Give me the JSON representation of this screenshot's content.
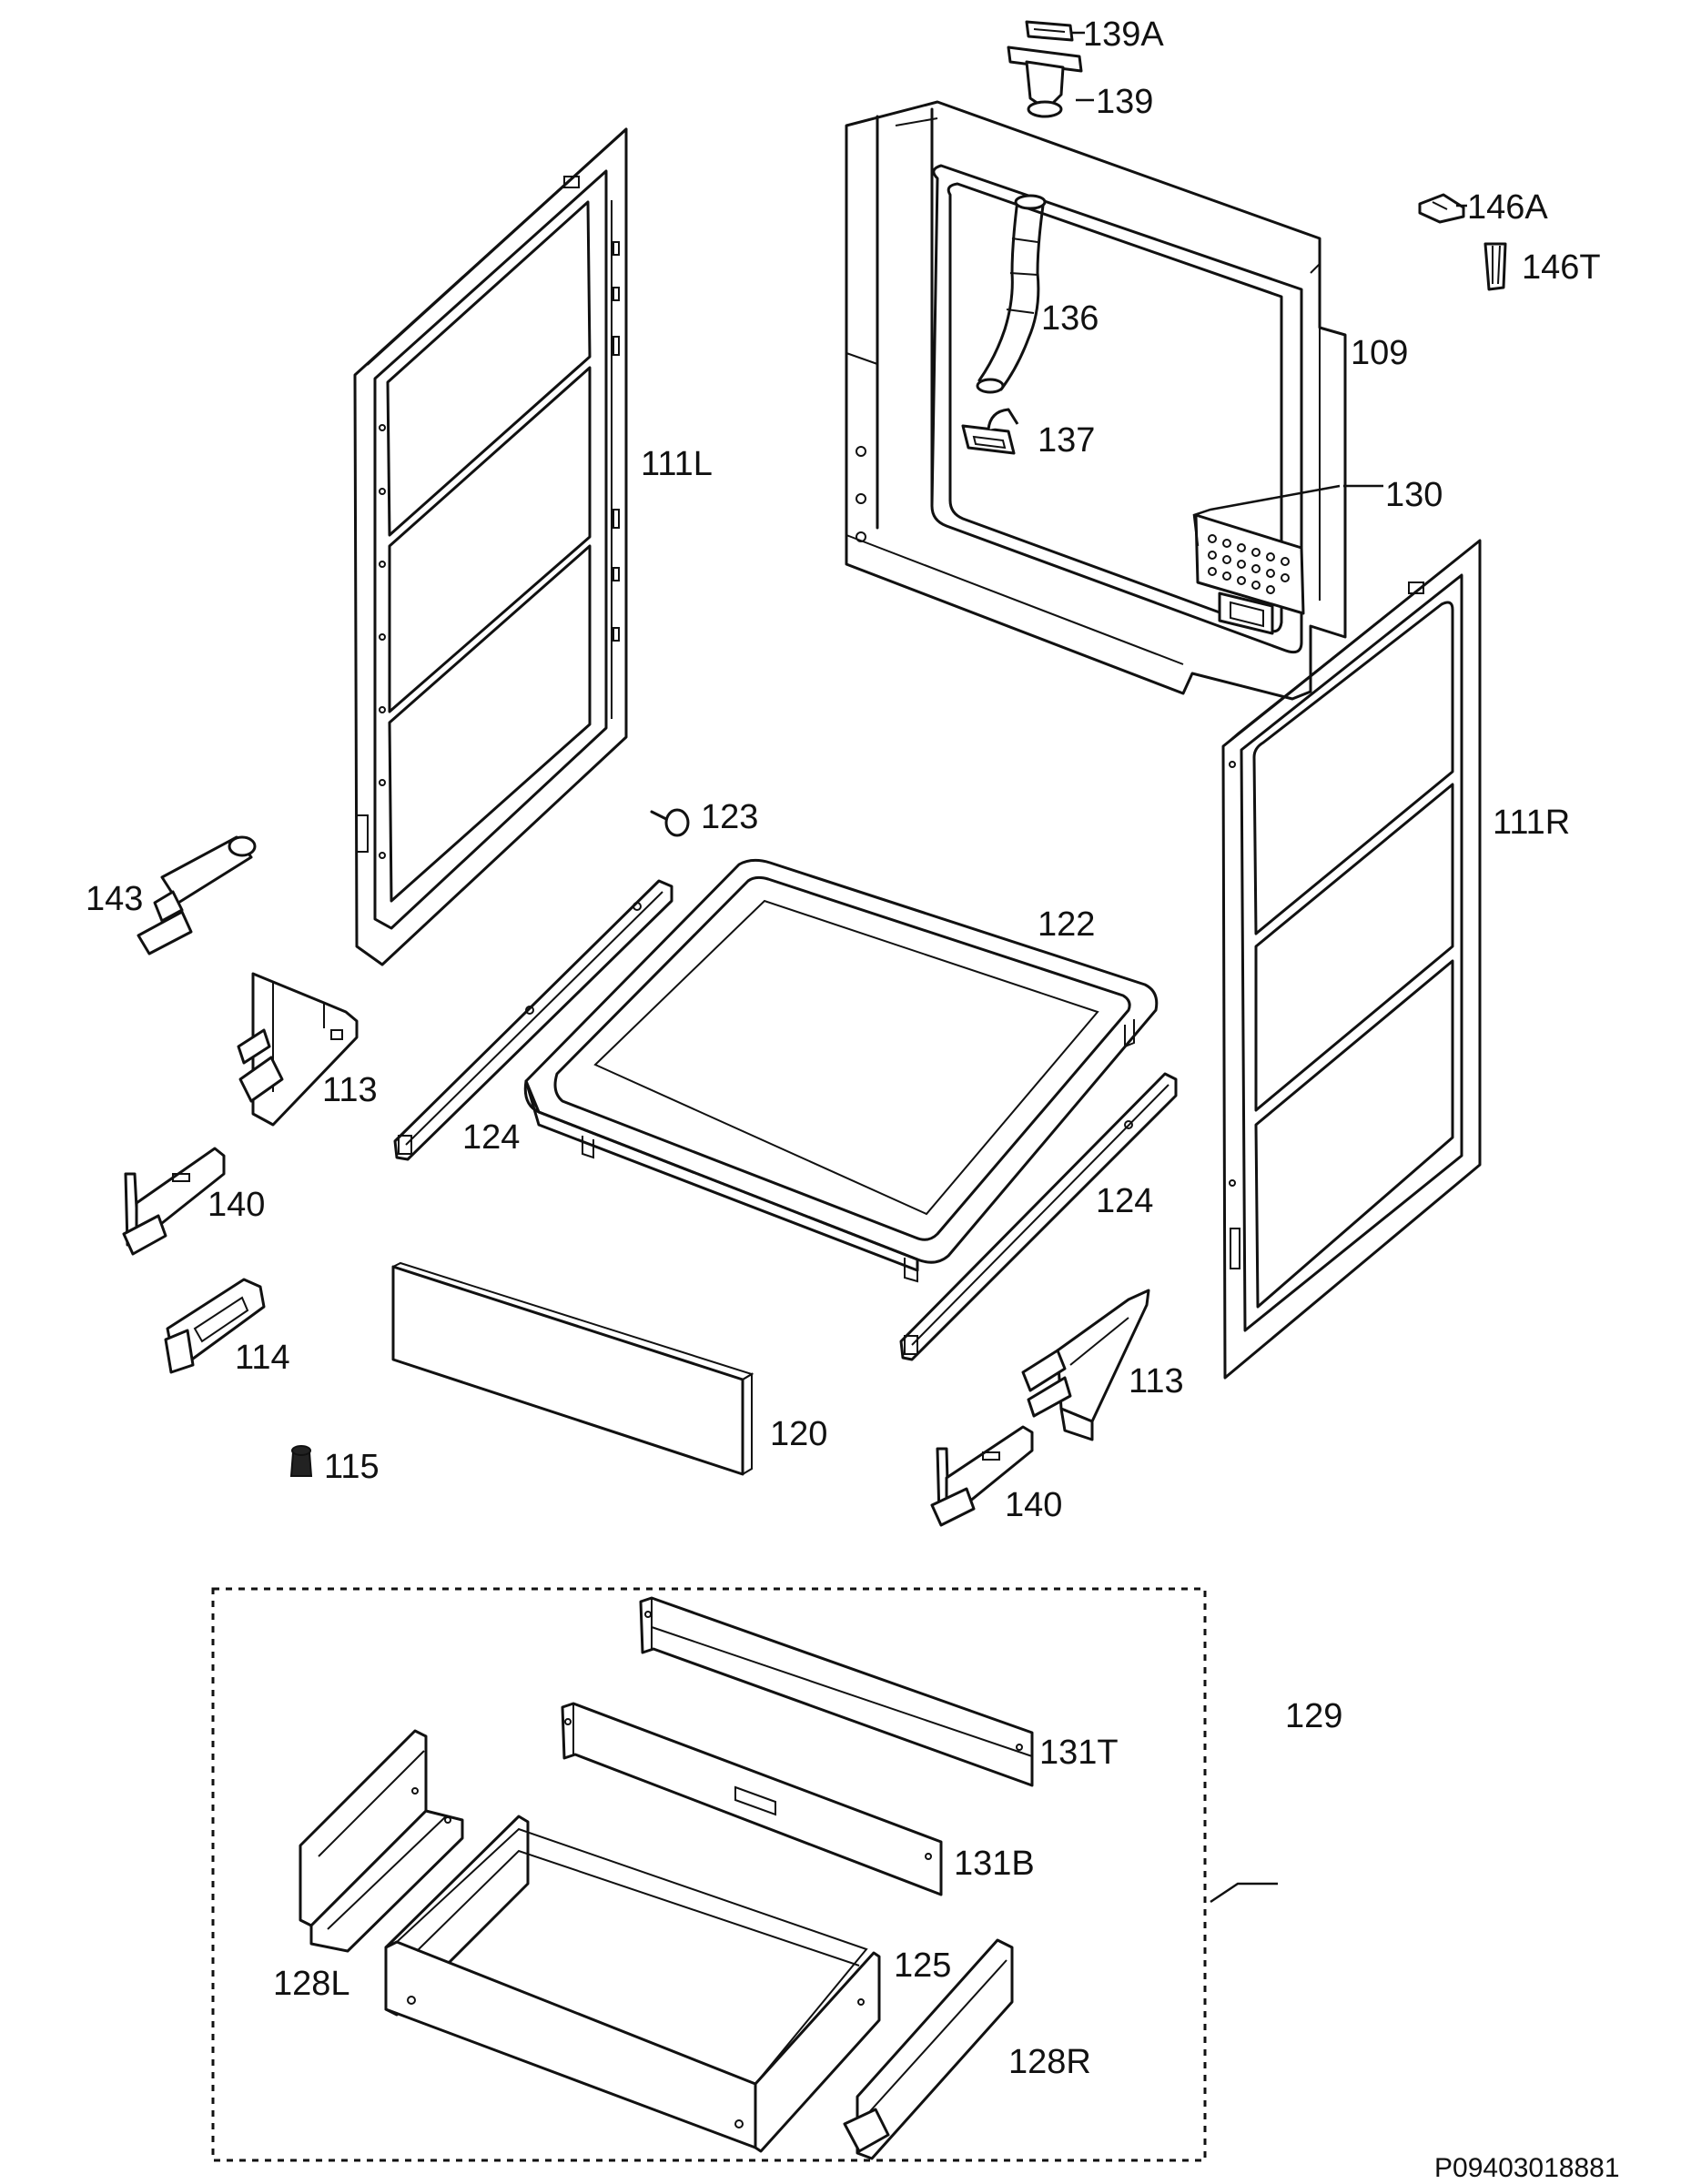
{
  "diagram": {
    "drawing_code": "P09403018881",
    "callouts": [
      {
        "id": "c139a",
        "text": "139A"
      },
      {
        "id": "c139",
        "text": "139"
      },
      {
        "id": "c146a",
        "text": "146A"
      },
      {
        "id": "c146t",
        "text": "146T"
      },
      {
        "id": "c136",
        "text": "136"
      },
      {
        "id": "c109",
        "text": "109"
      },
      {
        "id": "c111l",
        "text": "111L"
      },
      {
        "id": "c137",
        "text": "137"
      },
      {
        "id": "c130",
        "text": "130"
      },
      {
        "id": "c123",
        "text": "123"
      },
      {
        "id": "c111r",
        "text": "111R"
      },
      {
        "id": "c143",
        "text": "143"
      },
      {
        "id": "c122",
        "text": "122"
      },
      {
        "id": "c113a",
        "text": "113"
      },
      {
        "id": "c124a",
        "text": "124"
      },
      {
        "id": "c140a",
        "text": "140"
      },
      {
        "id": "c124b",
        "text": "124"
      },
      {
        "id": "c114",
        "text": "114"
      },
      {
        "id": "c113b",
        "text": "113"
      },
      {
        "id": "c120",
        "text": "120"
      },
      {
        "id": "c115",
        "text": "115"
      },
      {
        "id": "c140b",
        "text": "140"
      },
      {
        "id": "c129",
        "text": "129"
      },
      {
        "id": "c131t",
        "text": "131T"
      },
      {
        "id": "c131b",
        "text": "131B"
      },
      {
        "id": "c128l",
        "text": "128L"
      },
      {
        "id": "c125",
        "text": "125"
      },
      {
        "id": "c128r",
        "text": "128R"
      }
    ]
  }
}
